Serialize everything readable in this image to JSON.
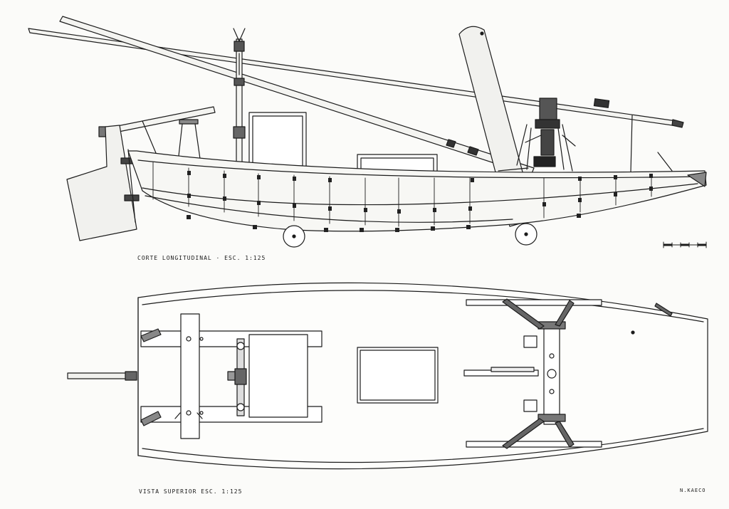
{
  "labels": {
    "side_caption": "CORTE LONGITUDINAL · ESC. 1:125",
    "top_caption": "VISTA SUPERIOR  ESC. 1:125",
    "signature": "N.KAECO"
  },
  "colors": {
    "ink": "#1c1c1c",
    "paper": "#fbfbf9",
    "wash": "#e9e9e5"
  }
}
